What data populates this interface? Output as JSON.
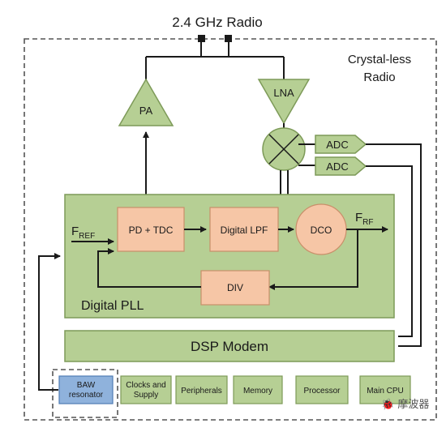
{
  "title": "2.4 GHz Radio",
  "corner_label": [
    "Crystal-less",
    "Radio"
  ],
  "blocks": {
    "pa": "PA",
    "lna": "LNA",
    "adc1": "ADC",
    "adc2": "ADC",
    "pll_title": "Digital PLL",
    "pd_tdc": "PD + TDC",
    "lpf": "Digital LPF",
    "dco": "DCO",
    "div": "DIV",
    "fref": "F",
    "fref_sub": "REF",
    "frf": "F",
    "frf_sub": "RF",
    "dsp": "DSP Modem"
  },
  "bottom_blocks": [
    [
      "BAW",
      "resonator"
    ],
    [
      "Clocks and",
      "Supply"
    ],
    [
      "Peripherals"
    ],
    [
      "Memory"
    ],
    [
      "Processor"
    ],
    [
      "Main CPU"
    ]
  ],
  "watermark": "🐞 摩波器",
  "colors": {
    "green": "#b6cf94",
    "green_stroke": "#7d9a58",
    "peach": "#f6c6a6",
    "peach_stroke": "#c98f6a",
    "blue": "#8fb2dc",
    "blue_stroke": "#4f7cb5"
  }
}
